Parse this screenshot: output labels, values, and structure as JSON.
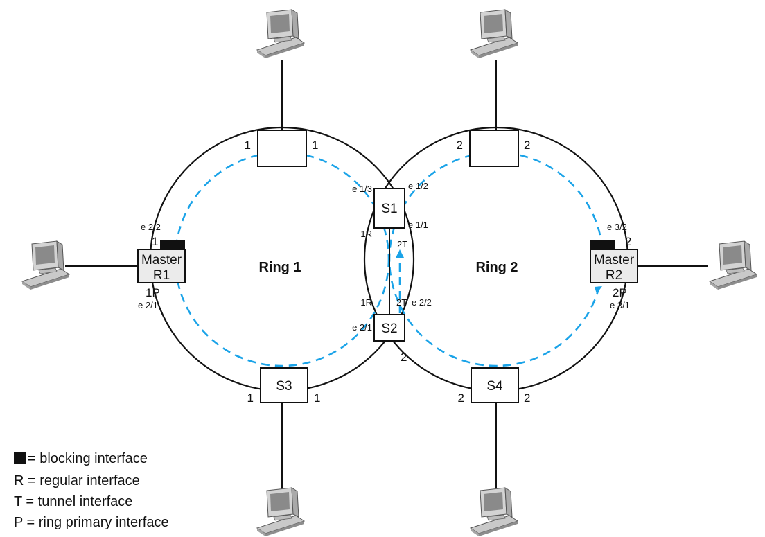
{
  "rings": {
    "ring1": "Ring 1",
    "ring2": "Ring 2"
  },
  "nodes": {
    "master_r1": {
      "line1": "Master",
      "line2": "R1"
    },
    "master_r2": {
      "line1": "Master",
      "line2": "R2"
    },
    "s1": "S1",
    "s2": "S2",
    "s3": "S3",
    "s4": "S4"
  },
  "ports": {
    "top1_left": "1",
    "top1_right": "1",
    "top2_left": "2",
    "top2_right": "2",
    "r1_top": "1",
    "r1_bottom": "1P",
    "r2_top": "2",
    "r2_bottom": "2P",
    "s3_left": "1",
    "s3_right": "1",
    "s4_left": "2",
    "s4_right": "2",
    "s1_bottom_left": "1R",
    "s1_bottom_right": "2T",
    "s2_top_left": "1R",
    "s2_top_right": "2T",
    "s2_bottom_right": "2"
  },
  "interfaces": {
    "r1_top": "e 2/2",
    "r1_bottom": "e 2/1",
    "r2_top": "e 3/2",
    "r2_bottom": "e 3/1",
    "s1_top_left": "e 1/3",
    "s1_top_right": "e 1/2",
    "s1_bottom_right": "e 1/1",
    "s2_top_right": "e 2/2",
    "s2_left": "e 2/1"
  },
  "legend": {
    "blocking": "= blocking interface",
    "regular": "R = regular interface",
    "tunnel": "T = tunnel interface",
    "primary": "P = ring primary interface"
  },
  "colors": {
    "tunnel_path": "#1aa3e8",
    "master_fill": "#ebebeb",
    "blocking": "#111111"
  },
  "icons": {
    "host": "computer-icon",
    "arrow": "arrowhead-icon"
  }
}
